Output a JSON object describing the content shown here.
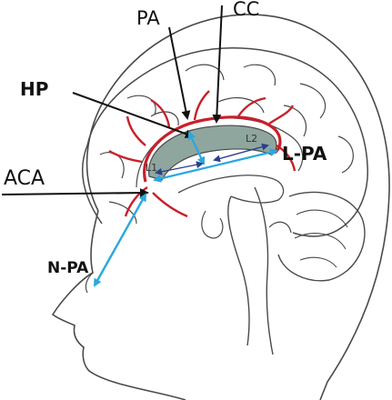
{
  "labels": {
    "pa": "PA",
    "cc": "CC",
    "hp": "HP",
    "aca": "ACA",
    "l_pa": "L-PA",
    "n_pa": "N-PA",
    "l1": "L1",
    "l2": "L2"
  },
  "colors": {
    "outline": "#4a4a4a",
    "artery": "#c8202a",
    "corpus_callosum": "#8fa69e",
    "measurement": "#29a8e0",
    "pointer": "#111111"
  }
}
